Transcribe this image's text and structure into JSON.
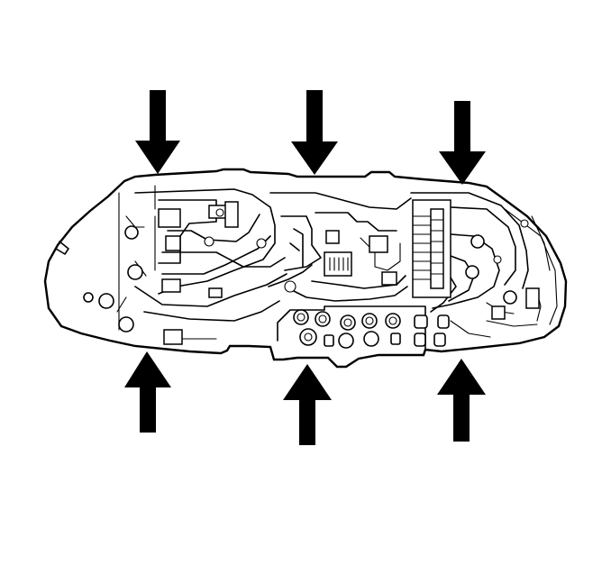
{
  "image": {
    "subject": "instrument-cluster-circuit-board",
    "icons": {
      "pointer": "arrow-icon",
      "fastener": "screw-pad-icon",
      "lamp_socket": "bulb-socket-icon"
    },
    "colors": {
      "line": "#000000",
      "background": "#ffffff"
    },
    "arrows": {
      "count": 6,
      "top_pointing": "down",
      "bottom_pointing": "up"
    }
  }
}
